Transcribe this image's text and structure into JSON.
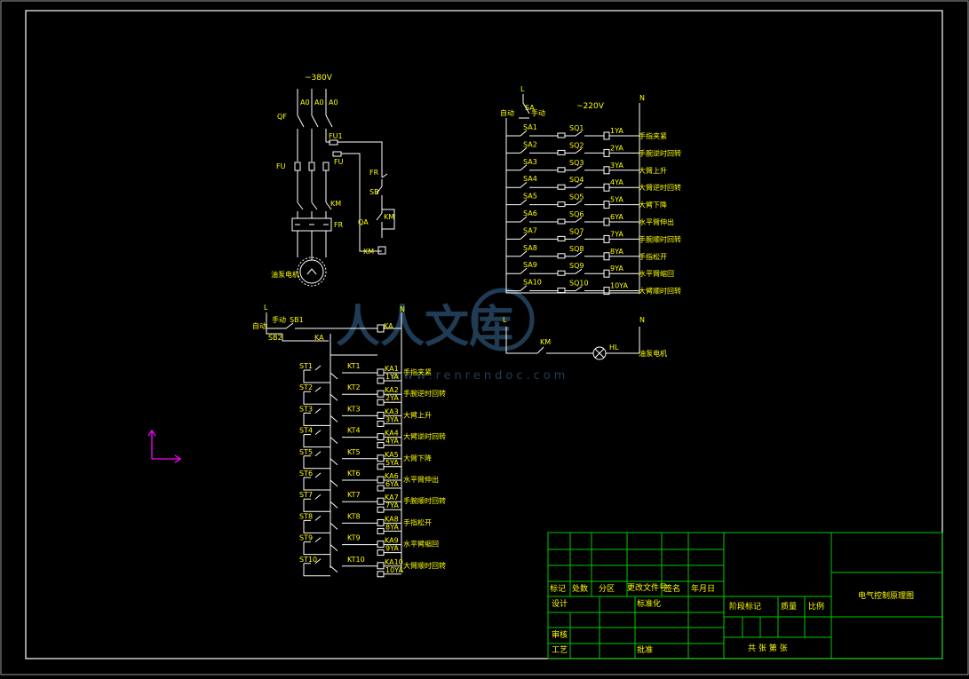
{
  "power_circuit": {
    "supply": "~380V",
    "phases": [
      "A0",
      "A0",
      "A0"
    ],
    "qf": "QF",
    "fu": "FU",
    "fu1": "FU1",
    "fu_b": "FU",
    "km": "KM",
    "fr": "FR",
    "fr_contact": "FR",
    "sb": "SB",
    "qa": "QA",
    "km_aux": "KM",
    "km_coil": "KM",
    "motor_label": "油泵电机"
  },
  "valve_circuit": {
    "line": "L",
    "neutral": "N",
    "supply": "~220V",
    "auto_label": "自动",
    "manual_label": "手动",
    "switch_label": "SA",
    "rows": [
      {
        "sa": "SA1",
        "sq": "SQ1",
        "coil": "1YA",
        "label": "手指夹紧"
      },
      {
        "sa": "SA2",
        "sq": "SQ2",
        "coil": "2YA",
        "label": "手腕逆时回转"
      },
      {
        "sa": "SA3",
        "sq": "SQ3",
        "coil": "3YA",
        "label": "大臂上升"
      },
      {
        "sa": "SA4",
        "sq": "SQ4",
        "coil": "4YA",
        "label": "大臂逆时回转"
      },
      {
        "sa": "SA5",
        "sq": "SQ5",
        "coil": "5YA",
        "label": "大臂下降"
      },
      {
        "sa": "SA6",
        "sq": "SQ6",
        "coil": "6YA",
        "label": "水平臂伸出"
      },
      {
        "sa": "SA7",
        "sq": "SQ7",
        "coil": "7YA",
        "label": "手腕顺时回转"
      },
      {
        "sa": "SA8",
        "sq": "SQ8",
        "coil": "8YA",
        "label": "手指松开"
      },
      {
        "sa": "SA9",
        "sq": "SQ9",
        "coil": "9YA",
        "label": "水平臂缩回"
      },
      {
        "sa": "SA10",
        "sq": "SQ10",
        "coil": "10YA",
        "label": "大臂顺时回转"
      }
    ]
  },
  "lamp_circuit": {
    "line": "L",
    "neutral": "N",
    "contact": "KM",
    "lamp": "HL",
    "label": "油泵电机"
  },
  "relay_circuit": {
    "line": "L",
    "neutral": "N",
    "auto_label": "自动",
    "manual_label": "手动",
    "sb1": "SB1",
    "sb2": "SB2",
    "ka": "KA",
    "ka_coil": "KA",
    "rows": [
      {
        "st": "ST1",
        "kt": "KT1",
        "sa": "KA1",
        "coil": "1YA",
        "label": "手指夹紧"
      },
      {
        "st": "ST2",
        "kt": "KT2",
        "sa": "KA2",
        "coil": "2YA",
        "label": "手腕逆时回转"
      },
      {
        "st": "ST3",
        "kt": "KT3",
        "sa": "KA3",
        "coil": "3YA",
        "label": "大臂上升"
      },
      {
        "st": "ST4",
        "kt": "KT4",
        "sa": "KA4",
        "coil": "4YA",
        "label": "大臂逆时回转"
      },
      {
        "st": "ST5",
        "kt": "KT5",
        "sa": "KA5",
        "coil": "5YA",
        "label": "大臂下降"
      },
      {
        "st": "ST6",
        "kt": "KT6",
        "sa": "KA6",
        "coil": "6YA",
        "label": "水平臂伸出"
      },
      {
        "st": "ST7",
        "kt": "KT7",
        "sa": "KA7",
        "coil": "7YA",
        "label": "手腕顺时回转"
      },
      {
        "st": "ST8",
        "kt": "KT8",
        "sa": "KA8",
        "coil": "8YA",
        "label": "手指松开"
      },
      {
        "st": "ST9",
        "kt": "KT9",
        "sa": "KA9",
        "coil": "9YA",
        "label": "水平臂缩回"
      },
      {
        "st": "ST10",
        "kt": "KT10",
        "sa": "KA10",
        "coil": "10YA",
        "label": "大臂顺时回转"
      }
    ]
  },
  "watermark": {
    "text": "人人文库",
    "url": "www.renrendoc.com"
  },
  "title_block": {
    "drawing_title": "电气控制原理图",
    "h_mark": "标记",
    "h_count": "处数",
    "h_zone": "分区",
    "h_docno": "更改文件号",
    "h_sign": "签名",
    "h_date": "年月日",
    "design": "设计",
    "standard": "标准化",
    "stage_mark": "阶段标记",
    "weight": "质量",
    "scale": "比例",
    "review": "审核",
    "process": "工艺",
    "approve": "批准",
    "sheets": "共 张 第 张"
  },
  "colors": {
    "background": "#000000",
    "line": "#ffffff",
    "text": "#ffff00",
    "table": "#00c800",
    "ucs": "#ff00ff",
    "watermark": "#3a6e9a"
  }
}
